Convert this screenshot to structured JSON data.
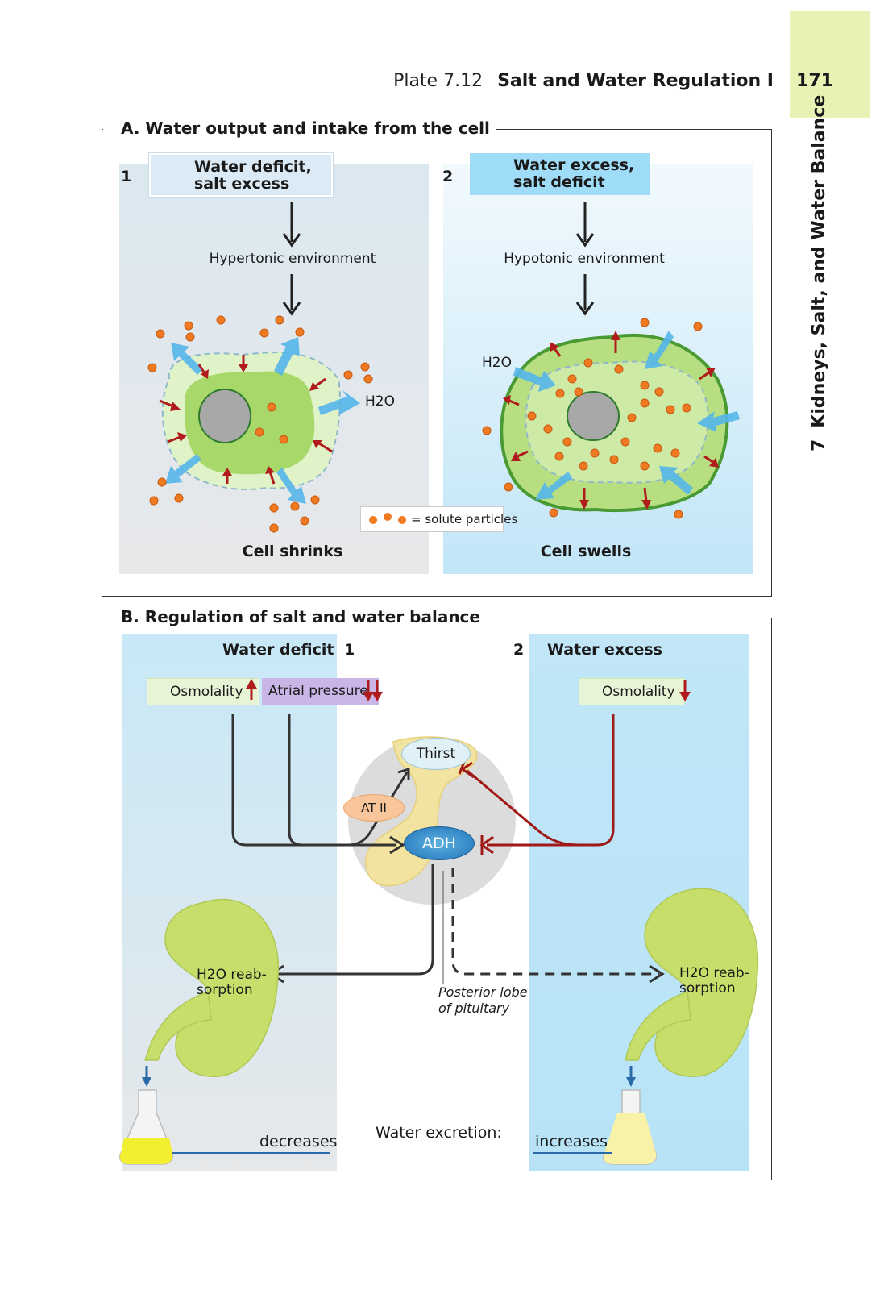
{
  "header": {
    "plate_number": "Plate 7.12",
    "plate_title": "Salt and Water Regulation I",
    "page_number": "171",
    "chapter_number": "7",
    "chapter_title": "Kidneys, Salt, and Water Balance"
  },
  "section_a": {
    "title": "A. Water output and intake from the cell",
    "panel1": {
      "number": "1",
      "condition_line1": "Water deficit,",
      "condition_line2": "salt excess",
      "environment": "Hypertonic environment",
      "water_label": "H2O",
      "result": "Cell shrinks"
    },
    "panel2": {
      "number": "2",
      "condition_line1": "Water excess,",
      "condition_line2": "salt deficit",
      "environment": "Hypotonic environment",
      "water_label": "H2O",
      "result": "Cell swells"
    },
    "legend": "= solute particles"
  },
  "section_b": {
    "title": "B. Regulation of salt and water balance",
    "left": {
      "heading": "Water deficit",
      "number": "1",
      "osmolality": "Osmolality",
      "atrial_pressure": "Atrial pressure",
      "reabsorption_line1": "H2O reab-",
      "reabsorption_line2": "sorption",
      "excretion": "decreases"
    },
    "right": {
      "heading": "Water excess",
      "number": "2",
      "osmolality": "Osmolality",
      "reabsorption_line1": "H2O reab-",
      "reabsorption_line2": "sorption",
      "excretion": "increases"
    },
    "center": {
      "thirst": "Thirst",
      "at2": "AT II",
      "adh": "ADH",
      "pituitary_line1": "Posterior lobe",
      "pituitary_line2": "of pituitary",
      "water_excretion": "Water excretion:"
    }
  },
  "colors": {
    "accent_tab": "#e6f3b4",
    "panel_gray": "#e4e7ea",
    "panel_blue": "#c3e8f8",
    "cell_green": "#a9d86a",
    "solute_orange": "#f07a22",
    "arrow_red": "#b01c1c",
    "water_arrow_blue": "#55b6ea",
    "atrial_box": "#c9b6e6"
  }
}
